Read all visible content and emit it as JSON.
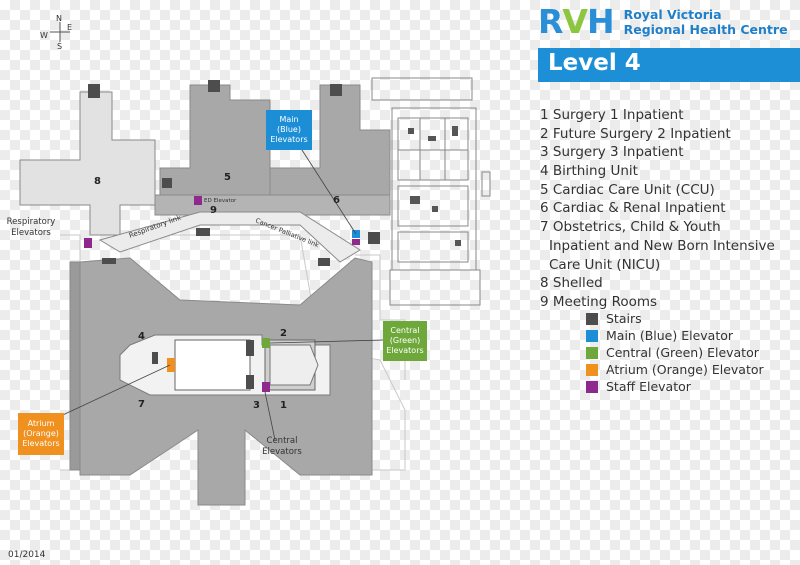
{
  "header": {
    "brand_letters": "RVH",
    "name_line1": "Royal Victoria",
    "name_line2": "Regional Health Centre",
    "level_title": "Level 4"
  },
  "compass": {
    "north": "N",
    "south": "S",
    "east": "E",
    "west": "W"
  },
  "legend": {
    "areas": [
      {
        "text": "1 Surgery 1 Inpatient",
        "indent": false
      },
      {
        "text": "2 Future Surgery 2 Inpatient",
        "indent": false
      },
      {
        "text": "3 Surgery 3 Inpatient",
        "indent": false
      },
      {
        "text": "4 Birthing Unit",
        "indent": false
      },
      {
        "text": "5 Cardiac Care Unit (CCU)",
        "indent": false
      },
      {
        "text": "6 Cardiac & Renal Inpatient",
        "indent": false
      },
      {
        "text": "7 Obstetrics, Child & Youth",
        "indent": false
      },
      {
        "text": "Inpatient and New Born Intensive",
        "indent": true
      },
      {
        "text": "Care Unit (NICU)",
        "indent": true
      },
      {
        "text": "8  Shelled",
        "indent": false
      },
      {
        "text": "9  Meeting Rooms",
        "indent": false
      }
    ],
    "swatches": [
      {
        "label": "Stairs",
        "color": "#4d4d4d"
      },
      {
        "label": "Main (Blue) Elevator",
        "color": "#1c8ed6"
      },
      {
        "label": "Central (Green) Elevator",
        "color": "#6ea83a"
      },
      {
        "label": "Atrium (Orange) Elevator",
        "color": "#f0901e"
      },
      {
        "label": "Staff Elevator",
        "color": "#8e2a8e"
      }
    ]
  },
  "map": {
    "callouts": {
      "main_blue": [
        "Main",
        "(Blue)",
        "Elevators"
      ],
      "central_green": [
        "Central",
        "(Green)",
        "Elevators"
      ],
      "atrium_orange": [
        "Atrium",
        "(Orange)",
        "Elevators"
      ]
    },
    "labels": {
      "respiratory_elevators": [
        "Respiratory",
        "Elevators"
      ],
      "central_elevators": [
        "Central",
        "Elevators"
      ],
      "ed_elevator": "ED Elevator",
      "respiratory_link": "Respiratory link",
      "cancer_link": "Cancer Palliative link"
    },
    "numbers": [
      "1",
      "2",
      "3",
      "4",
      "5",
      "6",
      "7",
      "8",
      "9"
    ]
  },
  "footer": {
    "date": "01/2014"
  }
}
